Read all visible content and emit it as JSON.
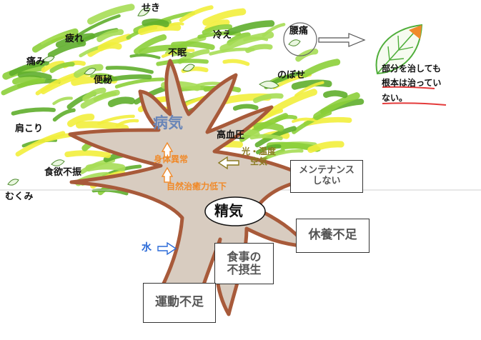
{
  "symptoms": {
    "seki": "せき",
    "tsukare": "疲れ",
    "hie": "冷え",
    "youtsu": "腰痛",
    "itami": "痛み",
    "fumin": "不眠",
    "benpi": "便秘",
    "nobose": "のぼせ",
    "katakori": "肩こり",
    "kouketsuatsu": "高血圧",
    "shokuyokufushin": "食欲不振",
    "mukumi": "むくみ"
  },
  "center": {
    "disease": "病気",
    "abnormality": "身体異常",
    "healing_decline": "自然治癒力低下",
    "vital_energy": "精気"
  },
  "inputs": {
    "environment": "光・温度\n空気",
    "water": "水"
  },
  "causes": {
    "maintenance": "メンテナンス\nしない",
    "rest": "休養不足",
    "diet": "食事の\n不摂生",
    "exercise": "運動不足"
  },
  "note": {
    "line1": "部分を治しても",
    "line2": "根本は治ってい",
    "line3": "ない。"
  },
  "colors": {
    "leaf_green": "#8ccf3a",
    "leaf_yellow": "#f2ee3c",
    "trunk_brown": "#a85a3a",
    "trunk_fill": "#d8ccc0",
    "disease_blue": "#6a86b8",
    "orange": "#f08a2a",
    "olive": "#8a7a20",
    "water_blue": "#2a6ad8",
    "underline_red": "#e43a3a"
  }
}
